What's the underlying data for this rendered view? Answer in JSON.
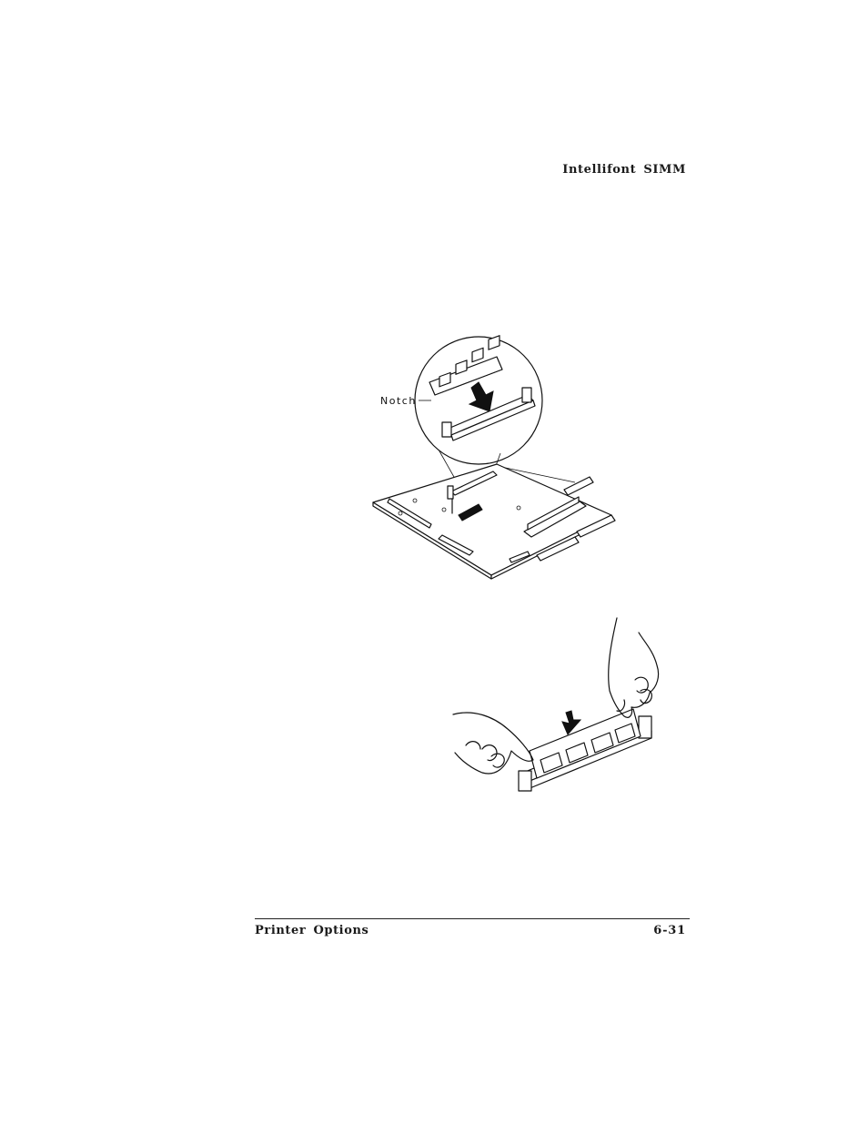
{
  "header": {
    "section_title": "Intellifont SIMM"
  },
  "figure1": {
    "callout_label": "Notch"
  },
  "footer": {
    "chapter": "Printer Options",
    "page_number": "6-31"
  },
  "icons": {
    "figure1": "simm-installation-motherboard-illustration",
    "figure2": "hands-seating-simm-illustration",
    "arrow": "down-arrow-icon"
  }
}
